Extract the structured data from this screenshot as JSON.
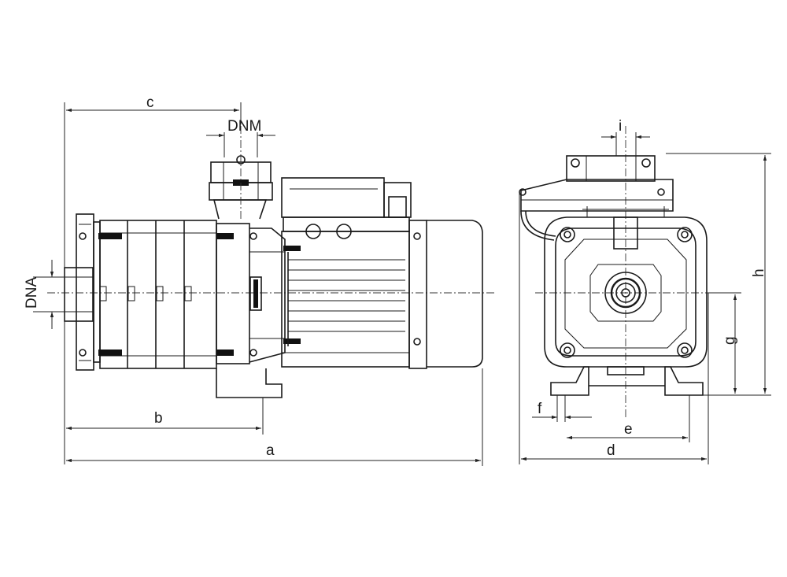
{
  "labels": {
    "a": "a",
    "b": "b",
    "c": "c",
    "d": "d",
    "e": "e",
    "f": "f",
    "g": "g",
    "h": "h",
    "i": "i",
    "dnm": "DNM",
    "dna": "DNA"
  }
}
